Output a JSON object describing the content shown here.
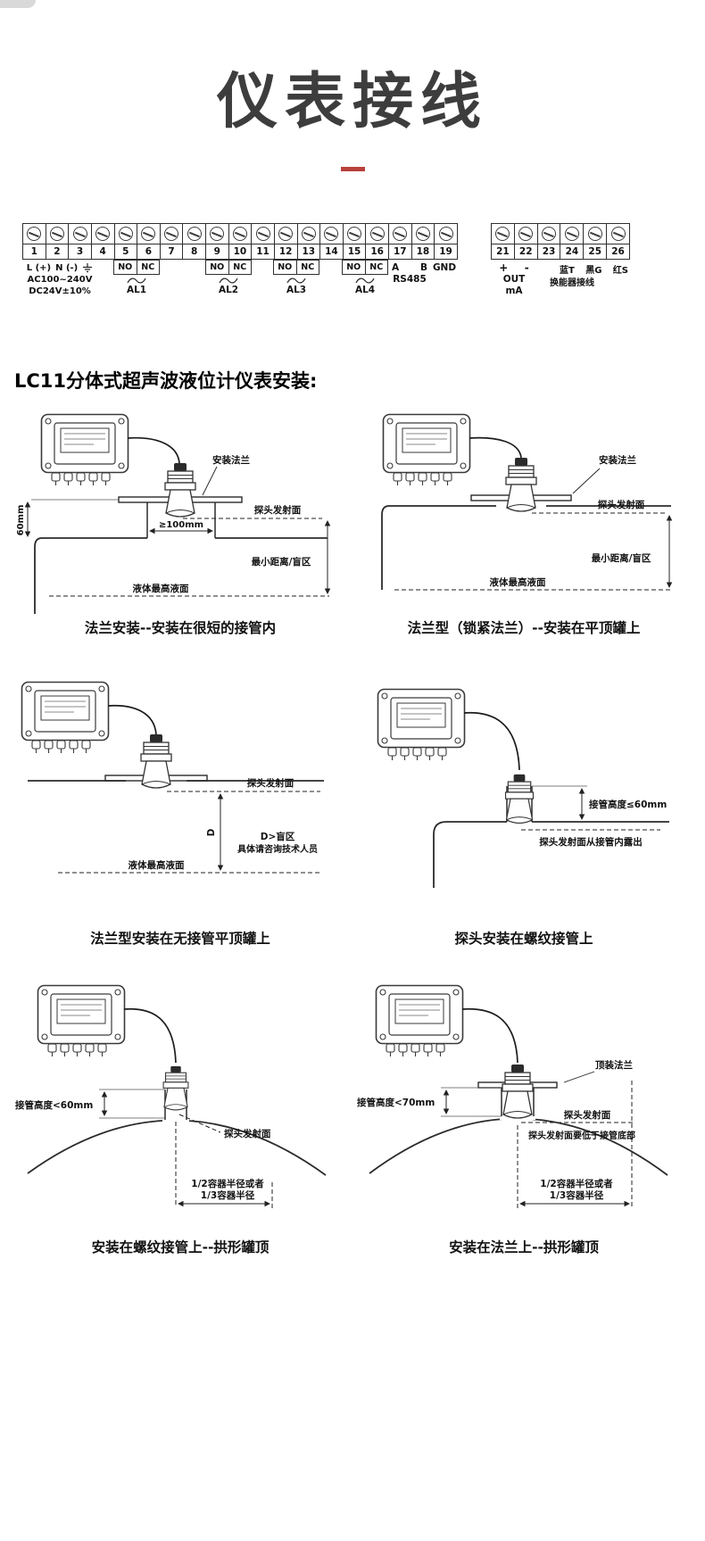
{
  "page": {
    "title": "仪表接线",
    "section_heading": "LC11分体式超声波液位计仪表安装:"
  },
  "wiring": {
    "left_terminals": [
      "1",
      "2",
      "3",
      "4",
      "5",
      "6",
      "7",
      "8",
      "9",
      "10",
      "11",
      "12",
      "13",
      "14",
      "15",
      "16",
      "17",
      "18",
      "19"
    ],
    "right_terminals": [
      "21",
      "22",
      "23",
      "24",
      "25",
      "26"
    ],
    "relays": [
      {
        "no": "NO",
        "nc": "NC",
        "label": "AL1"
      },
      {
        "no": "NO",
        "nc": "NC",
        "label": "AL2"
      },
      {
        "no": "NO",
        "nc": "NC",
        "label": "AL3"
      },
      {
        "no": "NO",
        "nc": "NC",
        "label": "AL4"
      }
    ],
    "power": {
      "l": "L (+)",
      "n": "N (-)",
      "line2": "AC100~240V",
      "line3": "DC24V±10%"
    },
    "rs485": {
      "a": "A",
      "b": "B",
      "label": "RS485"
    },
    "gnd": "GND",
    "out": {
      "plus": "+",
      "minus": "-",
      "line2": "OUT",
      "line3": "mA"
    },
    "transducer": {
      "blue": "蓝T",
      "black": "黑G",
      "red": "红S",
      "label": "换能器接线"
    }
  },
  "diagrams": [
    {
      "caption": "法兰安装--安装在很短的接管内",
      "ann": {
        "mount_flange": "安装法兰",
        "h60": "60mm",
        "probe_face": "探头发射面",
        "min100": "≥100mm",
        "min_dist": "最小距离/盲区",
        "liquid": "液体最高液面"
      }
    },
    {
      "caption": "法兰型（锁紧法兰）--安装在平顶罐上",
      "ann": {
        "mount_flange": "安装法兰",
        "probe_face": "探头发射面",
        "min_dist": "最小距离/盲区",
        "liquid": "液体最高液面"
      }
    },
    {
      "caption": "法兰型安装在无接管平顶罐上",
      "ann": {
        "probe_face": "探头发射面",
        "d": "D",
        "d_note1": "D>盲区",
        "d_note2": "具体请咨询技术人员",
        "liquid": "液体最高液面"
      }
    },
    {
      "caption": "探头安装在螺纹接管上",
      "ann": {
        "nozzle_h": "接管高度≤60mm",
        "probe_note": "探头发射面从接管内露出"
      }
    },
    {
      "caption": "安装在螺纹接管上--拱形罐顶",
      "ann": {
        "nozzle_h": "接管高度<60mm",
        "probe_face": "探头发射面",
        "radius1": "1/2容器半径或者",
        "radius2": "1/3容器半径"
      }
    },
    {
      "caption": "安装在法兰上--拱形罐顶",
      "ann": {
        "nozzle_h": "接管高度<70mm",
        "top_flange": "顶装法兰",
        "probe_face": "探头发射面",
        "probe_note": "探头发射面要低于接管底部",
        "radius1": "1/2容器半径或者",
        "radius2": "1/3容器半径"
      }
    }
  ]
}
